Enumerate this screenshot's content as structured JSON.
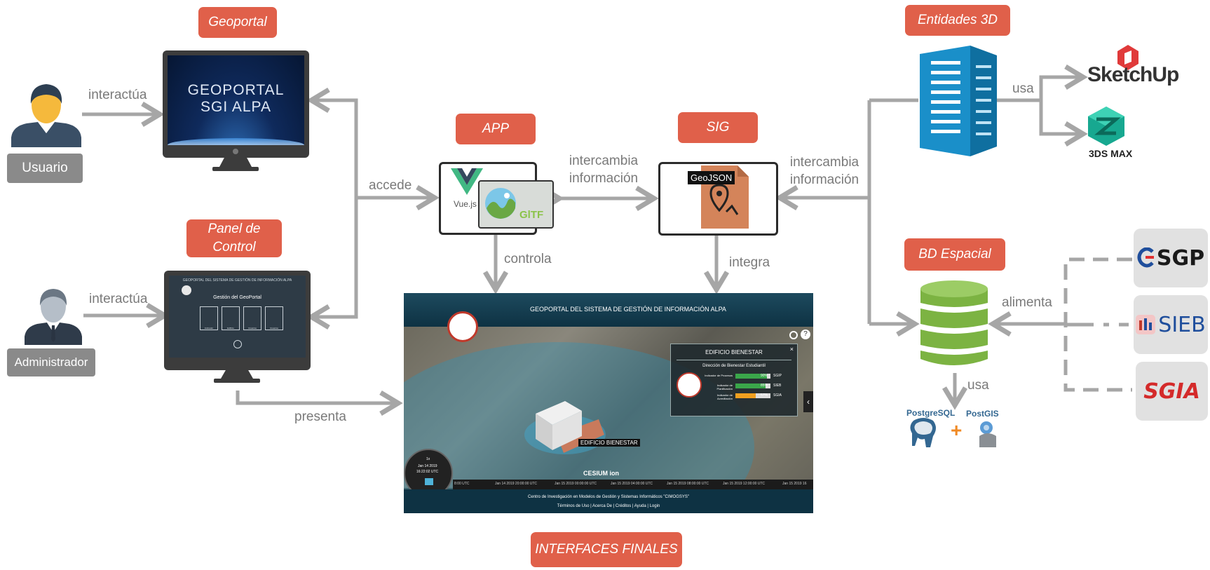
{
  "tags": {
    "geoportal": "Geoportal",
    "panel": "Panel de Control",
    "app": "APP",
    "sig": "SIG",
    "entidades": "Entidades 3D",
    "bd": "BD Espacial",
    "interfaces": "INTERFACES FINALES"
  },
  "people": {
    "usuario": "Usuario",
    "administrador": "Administrador"
  },
  "edges": {
    "interactua_1": "interactúa",
    "interactua_2": "interactúa",
    "accede": "accede",
    "intercambia_1": "intercambia información",
    "intercambia_2": "intercambia información",
    "controla": "controla",
    "integra": "integra",
    "presenta": "presenta",
    "usa_1": "usa",
    "usa_2": "usa",
    "alimenta": "alimenta"
  },
  "geoportal_screen": {
    "line1": "GEOPORTAL",
    "line2": "SGI ALPA"
  },
  "panel_screen": {
    "header": "GEOPORTAL DEL SISTEMA DE GESTIÓN DE INFORMACIÓN ALPA",
    "title": "Gestión del GeoPortal",
    "items": [
      "Indicador",
      "Edificio",
      "Usuarios",
      "Usuarios"
    ]
  },
  "app_box": {
    "vue": "Vue.js",
    "gitf": "GlTF"
  },
  "sig_box": {
    "geojson": "GeoJSON"
  },
  "tools": {
    "sketchup": "SketchUp",
    "max": "3DS MAX",
    "postgresql": "PostgreSQL",
    "postgis": "PostGIS",
    "plus": "+"
  },
  "sources": {
    "sgp": "SGP",
    "sieb": "SIEB",
    "sgia": "SGIA"
  },
  "final_ui": {
    "header": "GEOPORTAL DEL SISTEMA DE GESTIÓN DE INFORMACIÓN ALPA",
    "popup_title": "EDIFICIO BIENESTAR",
    "popup_sub": "Dirección de Bienestar Estudiantil",
    "indicators": [
      {
        "label": "Indicador de Procesos",
        "value": "90%",
        "fill": 0.9,
        "color": "#3aa64a",
        "source": "SGIP"
      },
      {
        "label": "Indicador de Planificación",
        "value": "85%",
        "fill": 0.85,
        "color": "#3aa64a",
        "source": "SIEB"
      },
      {
        "label": "Indicador de Acreditación",
        "value": "57%",
        "fill": 0.57,
        "color": "#f0a020",
        "source": "SGIA"
      }
    ],
    "building_label": "EDIFICIO BIENESTAR",
    "cesium": "CESIUM ion",
    "clock_date": "Jan 14 2019",
    "clock_time": "16:22:02 UTC",
    "clock_speed": "1x",
    "timeline": [
      "8:00 UTC",
      "Jan 14 2019 20:00:00 UTC",
      "Jan 15 2019 00:00:00 UTC",
      "Jan 15 2019 04:00:00 UTC",
      "Jan 15 2019 08:00:00 UTC",
      "Jan 15 2019 12:00:00 UTC",
      "Jan 15 2019 16"
    ],
    "footer1": "Centro de Investigación en Modelos de Gestión y Sistemas Informáticos \"CIMOGSYS\"",
    "footer2": "Términos de Uso | Acerca De | Créditos | Ayuda | Login"
  },
  "colors": {
    "tag": "#e0604a",
    "arrow": "#a6a6a6",
    "person_label": "#8a8a8a",
    "building": "#1a8fc9",
    "db": "#7cb342"
  }
}
